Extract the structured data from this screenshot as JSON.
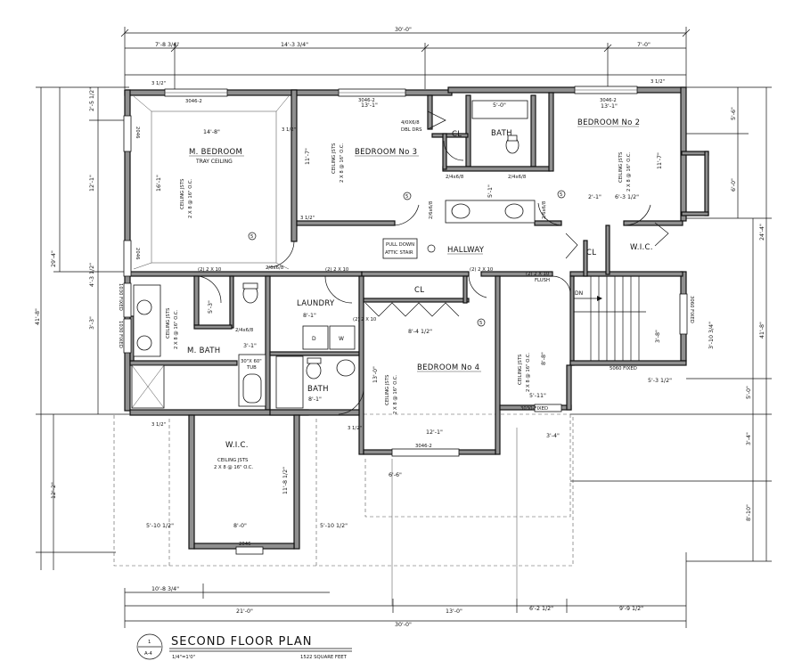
{
  "drawing": {
    "title": "SECOND FLOOR PLAN",
    "scale": "1/4\"=1'0\"",
    "square_feet": "1522 SQUARE FEET",
    "sheet_number": "1",
    "sheet_ref": "A-4"
  },
  "rooms": {
    "m_bedroom": "M. BEDROOM",
    "tray_ceiling": "TRAY CEILING",
    "bedroom3": "BEDROOM No 3",
    "bedroom2": "BEDROOM No 2",
    "bedroom4": "BEDROOM No 4",
    "hallway": "HALLWAY",
    "laundry": "LAUNDRY",
    "m_bath": "M. BATH",
    "bath_upper": "BATH",
    "bath_lower": "BATH",
    "wic_upper": "W.I.C.",
    "wic_lower": "W.I.C.",
    "cl_upper": "CL",
    "cl_b4": "CL",
    "cl_hall": "CL"
  },
  "notes": {
    "ceiling_joists": "CEILING JSTS",
    "joist_spec": "2 X 8 @ 16\" O.C.",
    "pull_down": "PULL DOWN",
    "attic_stair": "ATTIC STAIR",
    "dbl_drs": "4/0X6/8",
    "dbl_drs_2": "DBL DRS",
    "tub": "30\"X 60\"",
    "tub2": "TUB",
    "flush": "FLUSH",
    "dn": "DN",
    "washer": "W",
    "dryer": "D",
    "circle5": "5"
  },
  "windows": {
    "w1": "3046-2",
    "w2": "3046-2",
    "w3": "3046-2",
    "w4": "3046-2",
    "w5": "2046",
    "w6": "2046",
    "w7": "2046",
    "w8": "1030 FIXED",
    "w9": "1030 FIXED",
    "w10": "3060 FIXED",
    "w11": "5060 FIXED",
    "w12": "3030-FIXED"
  },
  "dimensions": {
    "overall_top": "30'-0\"",
    "overall_bottom": "30'-0\"",
    "top_a": "7'-8 3/4\"",
    "top_b": "14'-3 3/4\"",
    "top_c": "7'-0\"",
    "bot_a": "21'-0\"",
    "bot_b": "13'-0\"",
    "bot_c": "6'-2 1/2\"",
    "bot_d": "9'-9 1/2\"",
    "bot_e": "10'-8 3/4\"",
    "left_total": "29'-4\"",
    "left_total2": "41'-8\"",
    "left_a": "2'-5 1/2\"",
    "left_b": "12'-1\"",
    "left_c": "4'-3 1/2\"",
    "left_d": "3'-3\"",
    "left_e": "12'-2\"",
    "right_total": "24'-4\"",
    "right_total2": "41'-8\"",
    "right_a": "5'-6\"",
    "right_b": "6'-0\"",
    "right_c": "5'-0\"",
    "right_d": "3'-4\"",
    "right_e": "8'-10\"",
    "mb_w": "14'-8\"",
    "mb_h": "16'-1\"",
    "b3_w": "13'-1\"",
    "b3_h": "11'-7\"",
    "b2_w": "13'-1\"",
    "b2_h": "11'-7\"",
    "b4_w": "12'-1\"",
    "b4_h": "13'-0\"",
    "hall_w": "8'-1\"",
    "laundry_w": "8'-1\"",
    "bath_w": "3'-1\"",
    "wic_h": "11'-8 1/2\"",
    "wic_w": "8'-0\"",
    "wic_a": "5'-10 1/2\"",
    "wic_b": "5'-10 1/2\"",
    "cl_w": "5'-0\"",
    "sink": "5'-1\"",
    "b2_side": "6'-3 1/2\"",
    "hall_sm": "2'-1\"",
    "stair_w": "5'-11\"",
    "stair_h": "8'-8\"",
    "b4_sub": "6'-6\"",
    "b4_top": "8'-4 1/2\"",
    "half_a": "3 1/2\"",
    "half_b": "3 1/2\"",
    "half_c": "3 1/2\"",
    "half_d": "3 1/2\"",
    "half_e": "3 1/2\"",
    "half_f": "3 1/2\"",
    "door1": "2/4x6/8",
    "door2": "2/4x6/8",
    "door3": "2/4x6/8",
    "door4": "2/6x6/8",
    "door5": "2/6x6/8",
    "door6": "2/6x6/8",
    "header1": "(2) 2 X 10",
    "header2": "(2) 2 X 10",
    "header3": "(2) 2 X 10",
    "header4": "(2) 2 X 10",
    "header5": "(2) 2 X 10",
    "win_side": "3'-4\"",
    "win_side2": "5'-3 1/2\"",
    "right_small": "3'-8\"",
    "right_small2": "3'-10 3/4\"",
    "left_small": "5'-3\""
  }
}
